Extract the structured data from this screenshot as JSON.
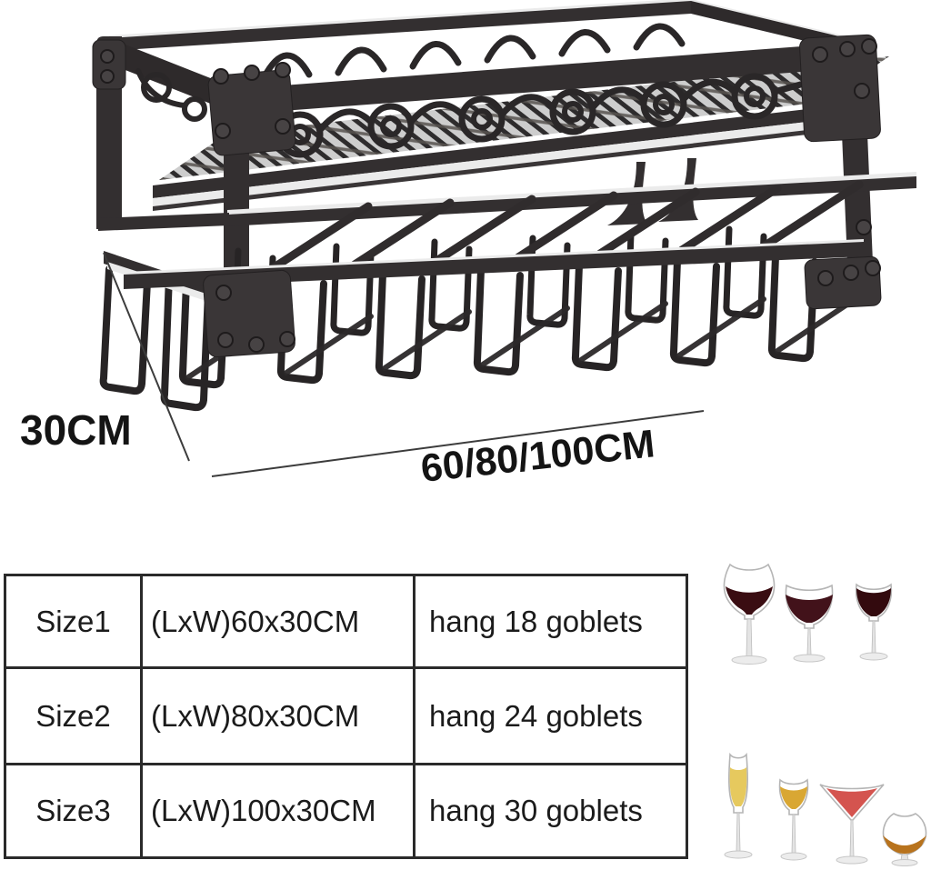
{
  "annotations": {
    "depth_label": "30CM",
    "length_label": "60/80/100CM"
  },
  "size_table": {
    "rows": [
      {
        "size": "Size1",
        "dimension": "(LxW)60x30CM",
        "capacity": "hang 18 goblets"
      },
      {
        "size": "Size2",
        "dimension": "(LxW)80x30CM",
        "capacity": "hang 24 goblets"
      },
      {
        "size": "Size3",
        "dimension": "(LxW)100x30CM",
        "capacity": "hang 30 goblets"
      }
    ]
  },
  "glassware": {
    "top_group": [
      {
        "type": "red-wine-tulip-glass",
        "liquid_color": "#3a0d12"
      },
      {
        "type": "red-wine-balloon-glass",
        "liquid_color": "#42121a"
      },
      {
        "type": "red-wine-glass",
        "liquid_color": "#330a0e"
      }
    ],
    "bottom_group": [
      {
        "type": "champagne-flute",
        "liquid_color": "#e6c95e"
      },
      {
        "type": "white-wine-glass",
        "liquid_color": "#d9a733"
      },
      {
        "type": "martini-glass",
        "liquid_color": "#d4544f"
      },
      {
        "type": "brandy-snifter",
        "liquid_color": "#b8731d"
      }
    ]
  },
  "product": {
    "description": "two-tier wall-mounted metal wine rack with mesh shelf, scrollwork and hanging goblet rails",
    "frame_color": "#332f30",
    "highlight_color": "#ebebeb"
  }
}
